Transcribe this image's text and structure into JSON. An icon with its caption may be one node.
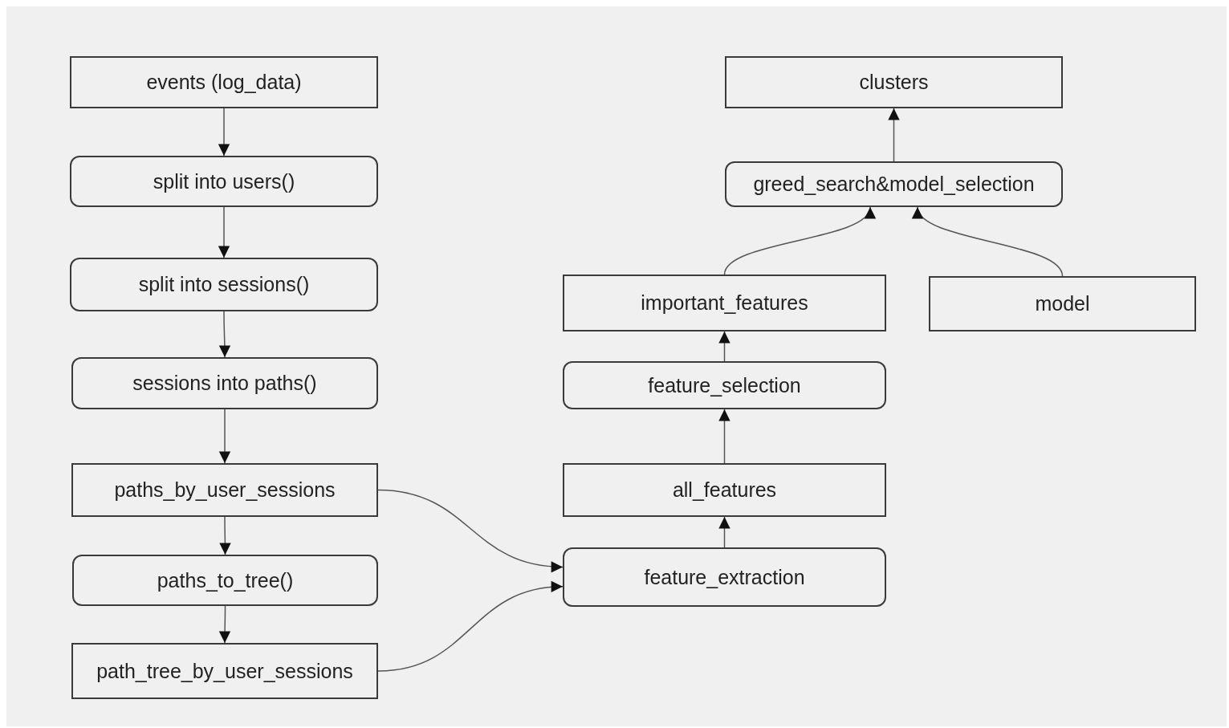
{
  "diagram": {
    "nodes": [
      {
        "text": [
          "events (log_data)"
        ]
      },
      {
        "text": [
          "split into users()"
        ]
      },
      {
        "text": [
          "split into sessions()"
        ]
      },
      {
        "text": [
          "sessions into paths()"
        ]
      },
      {
        "text": [
          "paths_by_user_sessions"
        ]
      },
      {
        "text": [
          "paths_to_tree()"
        ]
      },
      {
        "text": [
          "path_tree_by_user_sessions"
        ]
      },
      {
        "text": [
          "clusters"
        ]
      },
      {
        "text": [
          "greed_search&model_selection"
        ]
      },
      {
        "text": [
          "important_features"
        ]
      },
      {
        "text": [
          "model"
        ]
      },
      {
        "text": [
          "feature_selection"
        ]
      },
      {
        "text": [
          "all_features"
        ]
      },
      {
        "text": [
          "feature_extraction"
        ]
      }
    ],
    "edges": [
      {
        "from": 0,
        "to": 1,
        "arrow": "to"
      },
      {
        "from": 1,
        "to": 2,
        "arrow": "to"
      },
      {
        "from": 2,
        "to": 3,
        "arrow": "to"
      },
      {
        "from": 3,
        "to": 4,
        "arrow": "to"
      },
      {
        "from": 4,
        "to": 5,
        "arrow": "to"
      },
      {
        "from": 5,
        "to": 6,
        "arrow": "to"
      },
      {
        "from": 4,
        "to": 13,
        "arrow": "to"
      },
      {
        "from": 6,
        "to": 13,
        "arrow": "to"
      },
      {
        "from": 13,
        "to": 12,
        "arrow": "to"
      },
      {
        "from": 12,
        "to": 11,
        "arrow": "to"
      },
      {
        "from": 11,
        "to": 9,
        "arrow": "to"
      },
      {
        "from": 9,
        "to": 8,
        "arrow": "to"
      },
      {
        "from": 10,
        "to": 8,
        "arrow": "to"
      },
      {
        "from": 8,
        "to": 7,
        "arrow": "to"
      }
    ]
  }
}
